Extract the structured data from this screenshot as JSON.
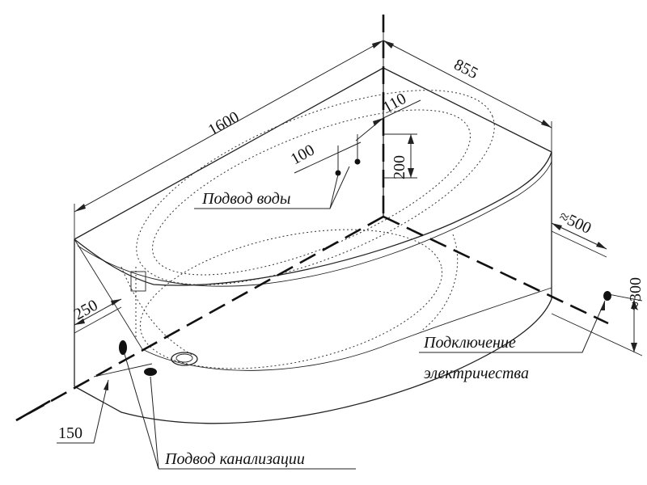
{
  "dimensions": {
    "length": "1600",
    "width": "855",
    "offset_110": "110",
    "offset_100": "100",
    "height_200": "200",
    "dist_500": "≈500",
    "height_300": "≈300",
    "dist_250": "250",
    "dist_150": "150"
  },
  "labels": {
    "water_supply": "Подвод воды",
    "electric_line1": "Подключение",
    "electric_line2": "электричества",
    "drain": "Подвод канализации"
  }
}
